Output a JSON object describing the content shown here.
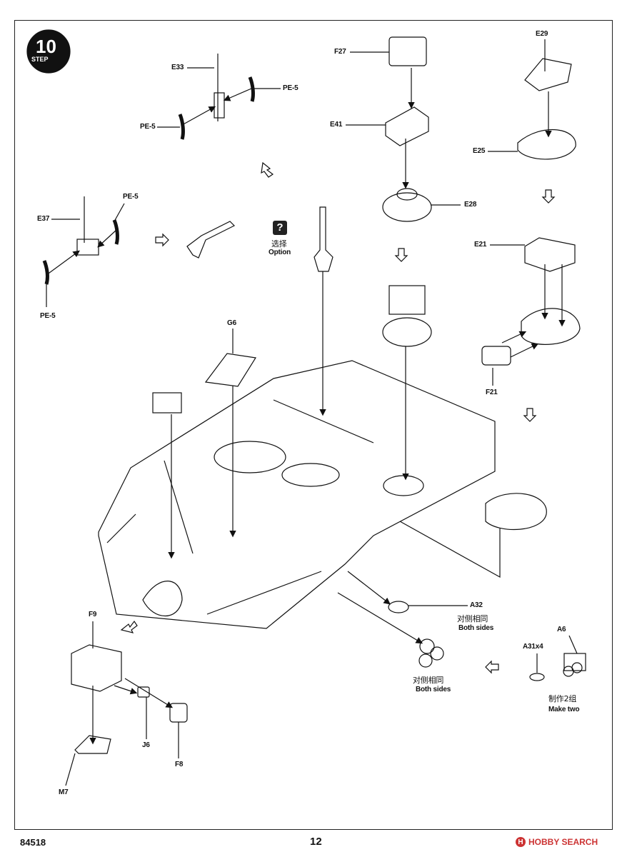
{
  "step": {
    "number": "10",
    "word": "STEP"
  },
  "labels": {
    "E33": "E33",
    "PE5_a": "PE-5",
    "PE5_b": "PE-5",
    "PE5_c": "PE-5",
    "PE5_d": "PE-5",
    "E37": "E37",
    "F27": "F27",
    "E41": "E41",
    "E28": "E28",
    "E29": "E29",
    "E25": "E25",
    "E21": "E21",
    "F21": "F21",
    "G6": "G6",
    "A32": "A32",
    "A6": "A6",
    "A31": "A31x4",
    "F9": "F9",
    "J6": "J6",
    "F8": "F8",
    "M7": "M7"
  },
  "option": {
    "icon": "?",
    "zh": "选择",
    "en": "Option"
  },
  "notes": {
    "both_sides_1_zh": "对侧相同",
    "both_sides_1_en": "Both sides",
    "both_sides_2_zh": "对侧相同",
    "both_sides_2_en": "Both sides",
    "make_two_zh": "制作2组",
    "make_two_en": "Make two"
  },
  "footer": {
    "kit_number": "84518",
    "page_number": "12",
    "watermark": "HOBBY SEARCH",
    "watermark_logo": "H"
  },
  "colors": {
    "ink": "#111111",
    "watermark": "#cc3333"
  }
}
